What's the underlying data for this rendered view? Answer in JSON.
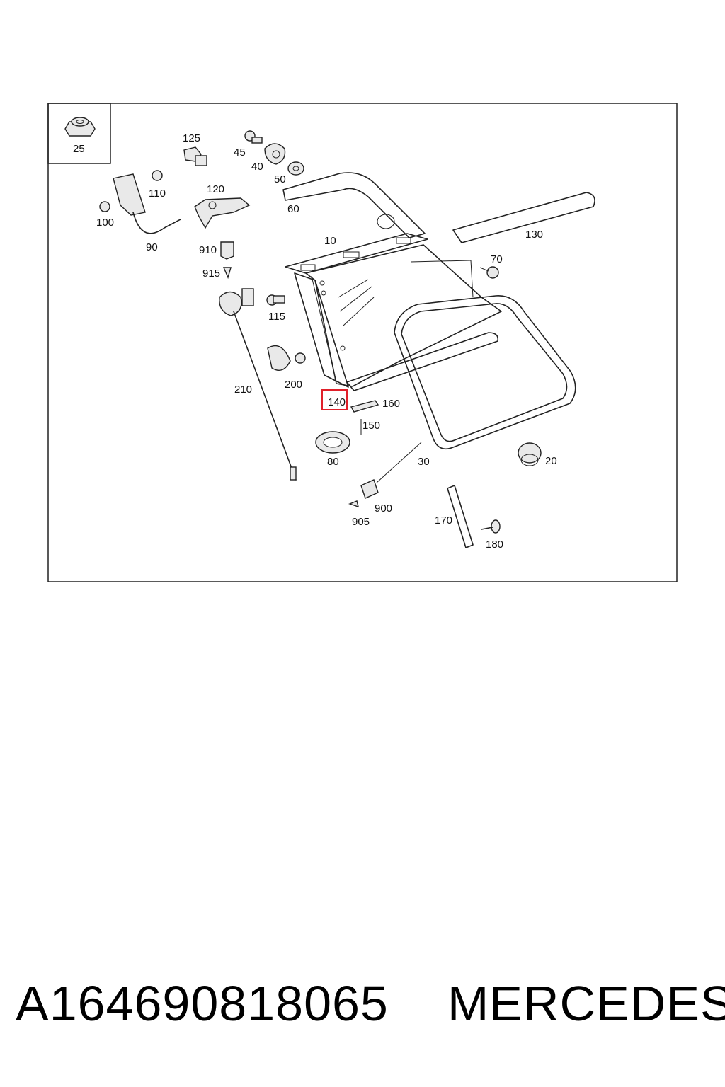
{
  "diagram": {
    "inset_label": "25",
    "highlighted_label": "140",
    "highlight_color": "#e0202a",
    "labels": {
      "l125": "125",
      "l45": "45",
      "l40": "40",
      "l50": "50",
      "l60": "60",
      "l110": "110",
      "l100": "100",
      "l120": "120",
      "l90": "90",
      "l910": "910",
      "l915": "915",
      "l10": "10",
      "l130": "130",
      "l70": "70",
      "l115": "115",
      "l200": "200",
      "l210": "210",
      "l140": "140",
      "l160": "160",
      "l150": "150",
      "l80": "80",
      "l30": "30",
      "l20": "20",
      "l900": "900",
      "l905": "905",
      "l170": "170",
      "l180": "180"
    }
  },
  "footer": {
    "part_number": "A164690818065",
    "brand": "MERCEDES"
  }
}
